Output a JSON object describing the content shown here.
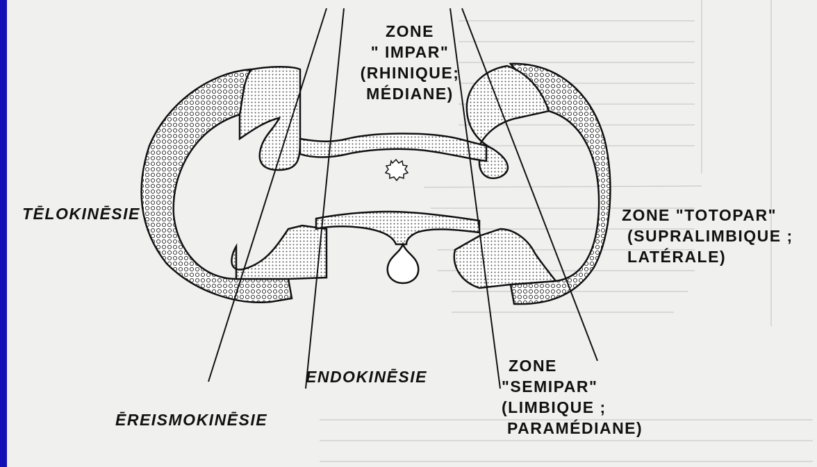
{
  "labels": {
    "zone_impar": [
      "ZONE",
      "\" IMPAR\"",
      "(RHINIQUE;",
      "MÉDIANE)"
    ],
    "telokinesie": "TĒLOKINĒSIE",
    "zone_totopar": [
      "ZONE \"TOTOPAR\"",
      "(SUPRALIMBIQUE ;",
      "LATÉRALE)"
    ],
    "endokinesie": "ENDOKINĒSIE",
    "zone_semipar": [
      "ZONE",
      "\"SEMIPAR\"",
      "(LIMBIQUE ;",
      "PARAMÉDIANE)"
    ],
    "ereismokinesie": "ĒREISMOKINĒSIE"
  },
  "colors": {
    "background": "#1010b4",
    "paper": "#f0f0ee",
    "ink": "#111111"
  }
}
